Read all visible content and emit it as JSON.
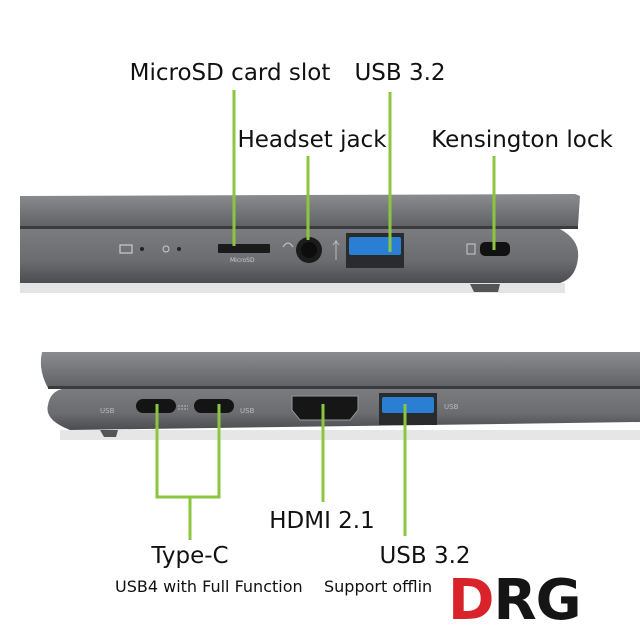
{
  "top_view": {
    "labels": {
      "microsd": "MicroSD card slot",
      "usb_top": "USB 3.2",
      "headset": "Headset jack",
      "kensington": "Kensington lock"
    }
  },
  "bottom_view": {
    "labels": {
      "typec": "Type-C",
      "typec_sub": "USB4 with Full Function",
      "hdmi": "HDMI 2.1",
      "usb_bottom": "USB 3.2",
      "usb_bottom_sub": "Support offlin"
    }
  },
  "logo": {
    "text_red": "D",
    "text_black": "RG"
  },
  "colors": {
    "callout": "#8cc63f",
    "chassis": "#6b6d70",
    "usb_blue": "#2a7fd4",
    "logo_red": "#d9232a"
  }
}
